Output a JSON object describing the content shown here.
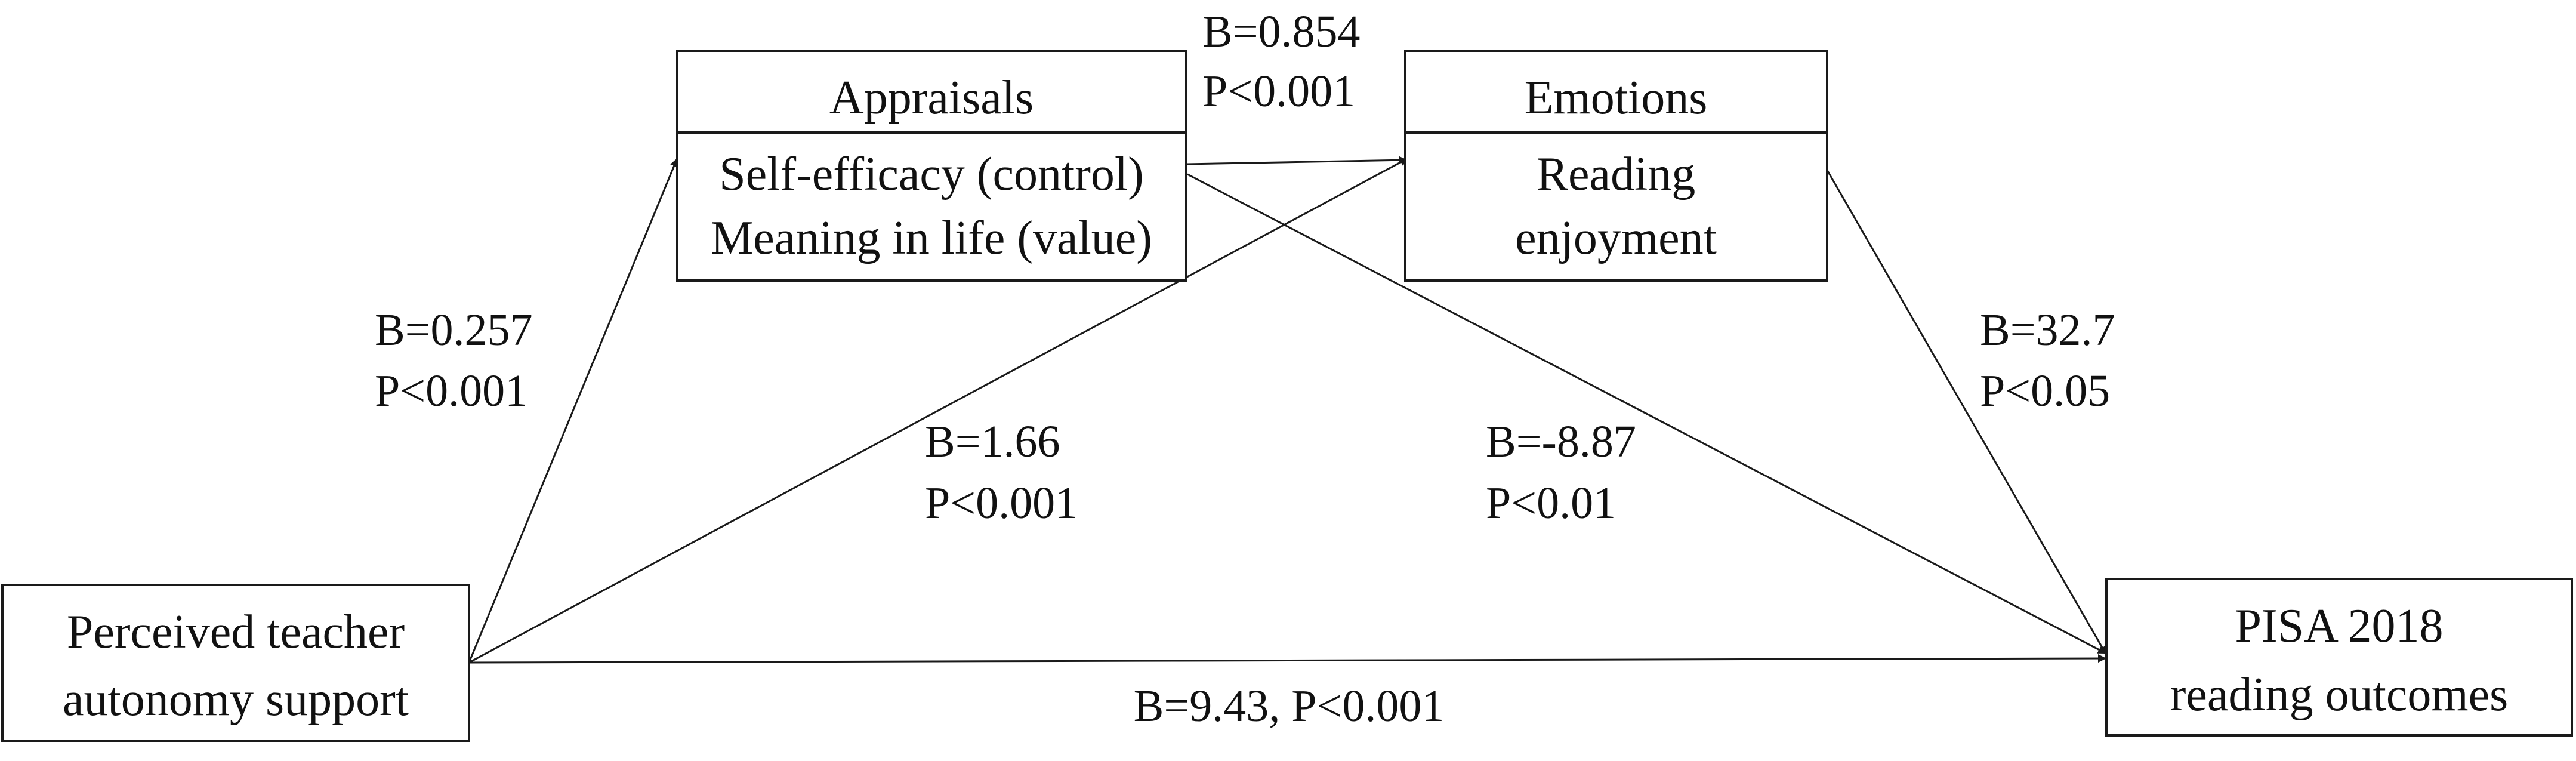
{
  "nodes": {
    "appraisals": {
      "header": "Appraisals",
      "line1": "Self-efficacy (control)",
      "line2": "Meaning in life (value)"
    },
    "emotions": {
      "header": "Emotions",
      "line1": "Reading",
      "line2": "enjoyment"
    },
    "teacher": {
      "line1": "Perceived teacher",
      "line2": "autonomy support"
    },
    "pisa": {
      "line1": "PISA 2018",
      "line2": "reading outcomes"
    }
  },
  "paths": {
    "appraisals_to_emotions": {
      "b": "B=0.854",
      "p": "P<0.001"
    },
    "teacher_to_appraisals": {
      "b": "B=0.257",
      "p": "P<0.001"
    },
    "teacher_to_emotions": {
      "b": "B=1.66",
      "p": "P<0.001"
    },
    "appraisals_to_pisa": {
      "b": "B=-8.87",
      "p": "P<0.01"
    },
    "emotions_to_pisa": {
      "b": "B=32.7",
      "p": "P<0.05"
    },
    "teacher_to_pisa": {
      "label": "B=9.43, P<0.001"
    }
  }
}
